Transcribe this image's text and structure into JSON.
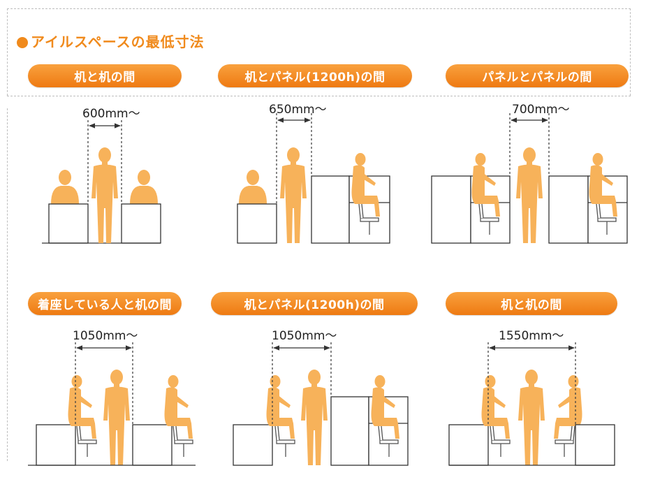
{
  "title": "アイルスペースの最低寸法",
  "colors": {
    "accent": "#f08a1c",
    "figure": "#f7b25a",
    "line": "#333333"
  },
  "panels": [
    {
      "label": "机と机の間",
      "dimension": "600mm〜"
    },
    {
      "label": "机とパネル(1200h)の間",
      "dimension": "650mm〜"
    },
    {
      "label": "パネルとパネルの間",
      "dimension": "700mm〜"
    },
    {
      "label": "着座している人と机の間",
      "dimension": "1050mm〜"
    },
    {
      "label": "机とパネル(1200h)の間",
      "dimension": "1050mm〜"
    },
    {
      "label": "机と机の間",
      "dimension": "1550mm〜"
    }
  ]
}
